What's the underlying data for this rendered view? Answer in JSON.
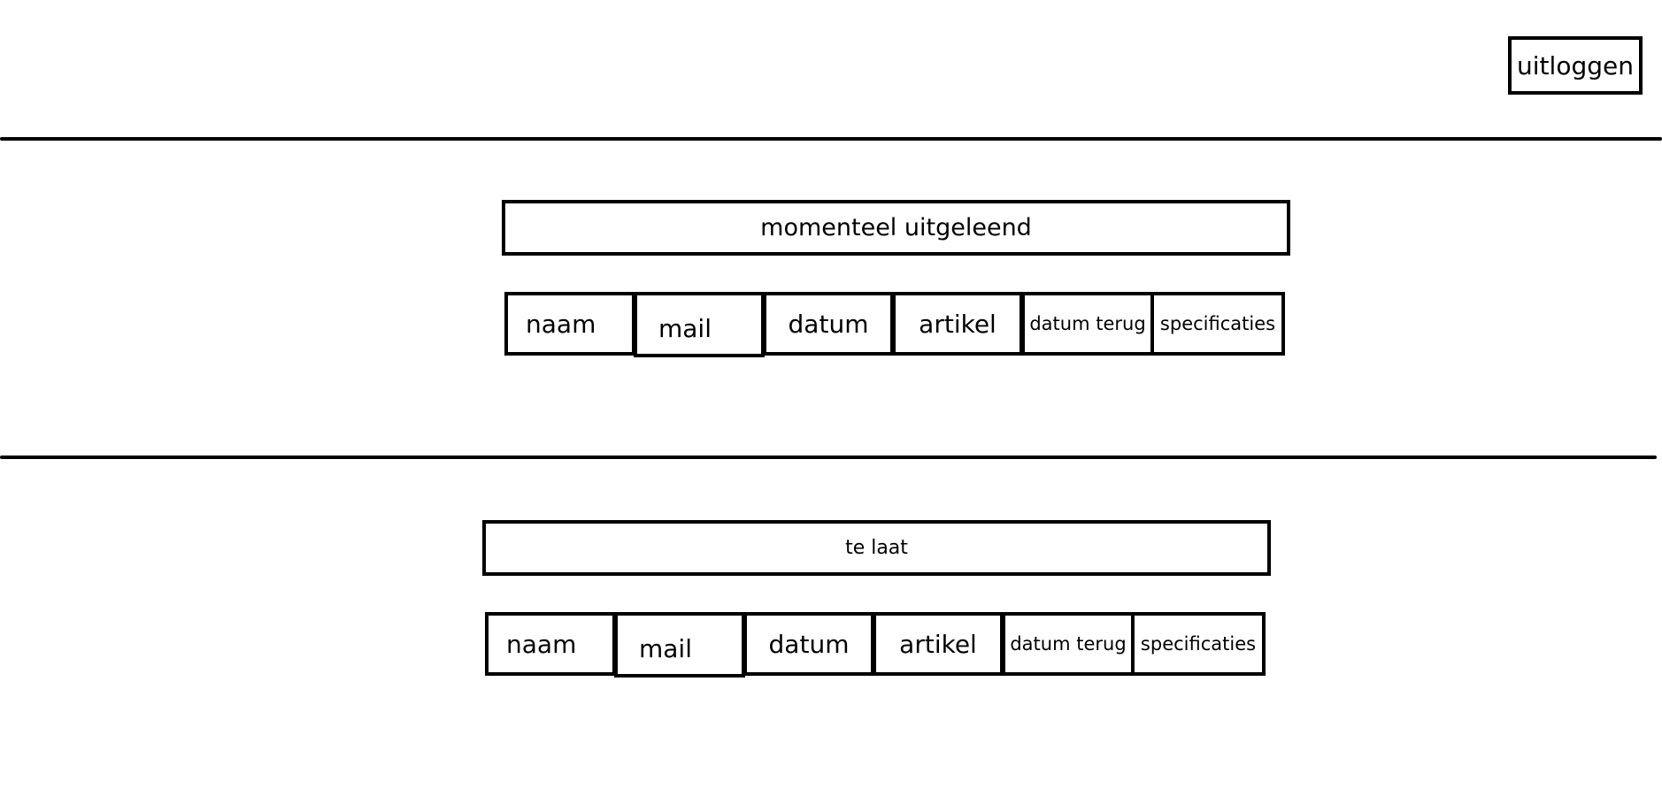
{
  "header": {
    "logout_label": "uitloggen"
  },
  "sections": {
    "borrowed": {
      "title": "momenteel uitgeleend",
      "columns": [
        "naam",
        "mail",
        "datum",
        "artikel",
        "datum terug",
        "specificaties"
      ]
    },
    "late": {
      "title": "te laat",
      "columns": [
        "naam",
        "mail",
        "datum",
        "artikel",
        "datum terug",
        "specificaties"
      ]
    }
  },
  "colors": {
    "border": "#000000",
    "background": "#ffffff"
  }
}
